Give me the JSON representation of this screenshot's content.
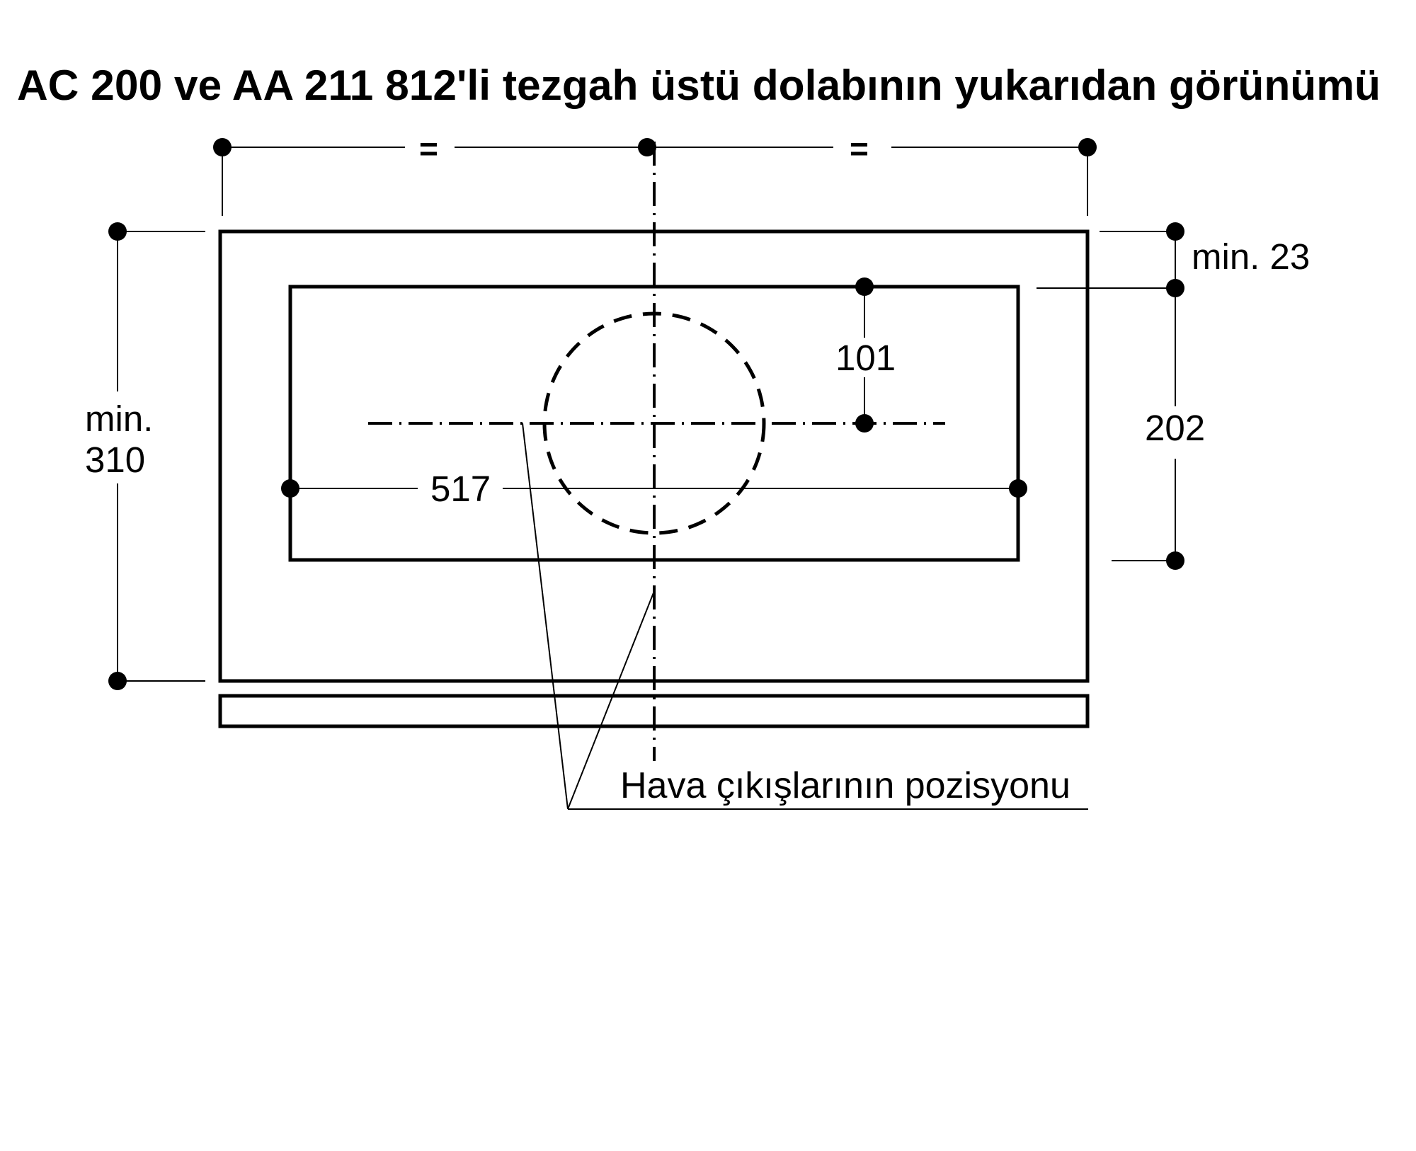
{
  "title": "AC 200 ve AA 211 812'li tezgah üstü dolabının yukarıdan görünümü",
  "dimensions": {
    "top_equal_left": "=",
    "top_equal_right": "=",
    "left_min_label": "min.",
    "left_value": "310",
    "right_top": "min. 23",
    "right_value": "202",
    "inner_offset": "101",
    "inner_width": "517"
  },
  "callout": {
    "label": "Hava çıkışlarının pozisyonu"
  },
  "colors": {
    "line": "#000000",
    "background": "#ffffff"
  }
}
